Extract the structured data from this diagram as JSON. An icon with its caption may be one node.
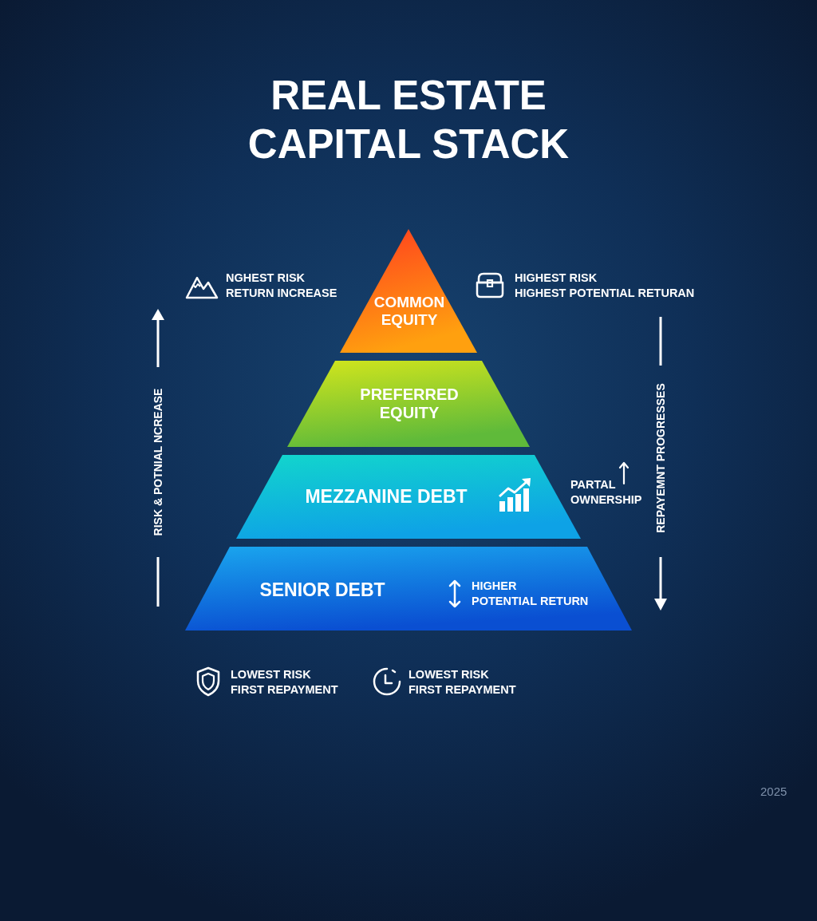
{
  "diagram": {
    "title": "REAL ESTATE CAPITAL STACK",
    "nodes": [
      {
        "text": [
          "COMMON EQUITY"
        ],
        "beside": [
          "NGHEST RISK RETURN INCREASE",
          "HIGHEST RISK HIGHEST POTENTIAL RETURAN"
        ]
      },
      {
        "text": [
          "PREFERRED EQUITY"
        ]
      },
      {
        "text": [
          "MEZZANINE DEBT"
        ],
        "beside": [
          "PARTAL OWNERSHIP"
        ]
      },
      {
        "text": [
          "SENIOR DEBT",
          "HIGHER POTENTIAL RETURN"
        ]
      }
    ],
    "labels": [
      "RISK & POTNIAL NCREASE",
      "REPAYEMNT PROGRESSES",
      "LOWEST RISK FIRST REPAYMENT",
      "LOWEST RISK FIRST REPAYMENT",
      "2025"
    ]
  }
}
